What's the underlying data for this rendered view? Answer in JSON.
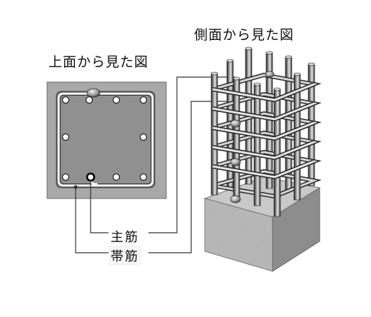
{
  "labels": {
    "top_view": "上面から見た図",
    "side_view": "側面から見た図",
    "main_rebar": "主筋",
    "hoop": "帯筋"
  },
  "colors": {
    "concrete_top": "#a9a9a9",
    "concrete_inner": "#8f8f8f",
    "footing_top": "#c8c8c8",
    "footing_front": "#b4b4b4",
    "footing_side": "#8c8c8c",
    "rebar": "#2e2e2e",
    "leader_line": "#333333"
  }
}
